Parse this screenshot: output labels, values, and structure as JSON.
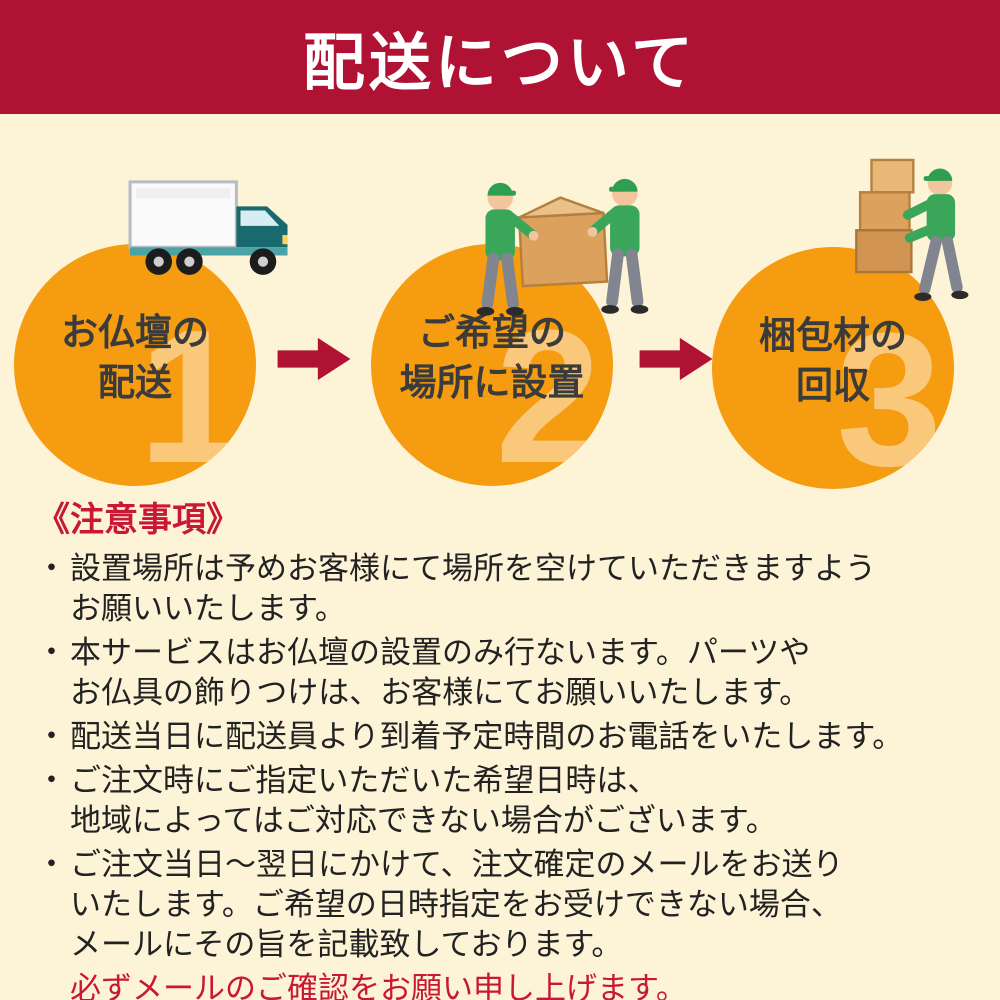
{
  "header": {
    "title": "配送について"
  },
  "steps": [
    {
      "number": "1",
      "label_line1": "お仏壇の",
      "label_line2": "配送",
      "illustration": "delivery-truck"
    },
    {
      "number": "2",
      "label_line1": "ご希望の",
      "label_line2": "場所に設置",
      "illustration": "two-workers-carrying-box"
    },
    {
      "number": "3",
      "label_line1": "梱包材の",
      "label_line2": "回収",
      "illustration": "worker-carrying-packing-boxes"
    }
  ],
  "flow": {
    "arrow_icon": "red-right-arrow"
  },
  "notes": {
    "heading": "《注意事項》",
    "items": [
      {
        "bullet": "・",
        "lines": [
          "設置場所は予めお客様にて場所を空けていただきますよう",
          "お願いいたします。"
        ]
      },
      {
        "bullet": "・",
        "lines": [
          "本サービスはお仏壇の設置のみ行ないます。パーツや",
          "お仏具の飾りつけは、お客様にてお願いいたします。"
        ]
      },
      {
        "bullet": "・",
        "lines": [
          "配送当日に配送員より到着予定時間のお電話をいたします。"
        ]
      },
      {
        "bullet": "・",
        "lines": [
          "ご注文時にご指定いただいた希望日時は、",
          "地域によってはご対応できない場合がございます。"
        ]
      },
      {
        "bullet": "・",
        "lines": [
          "ご注文当日〜翌日にかけて、注文確定のメールをお送り",
          "いたします。ご希望の日時指定をお受けできない場合、",
          "メールにその旨を記載致しております。"
        ]
      }
    ],
    "warning": "必ずメールのご確認をお願い申し上げます。"
  },
  "colors": {
    "header_bg": "#b01233",
    "body_bg": "#fdf3d7",
    "circle_orange": "#f59c10",
    "accent_red": "#c81737",
    "text_dark": "#3b3b3b"
  }
}
